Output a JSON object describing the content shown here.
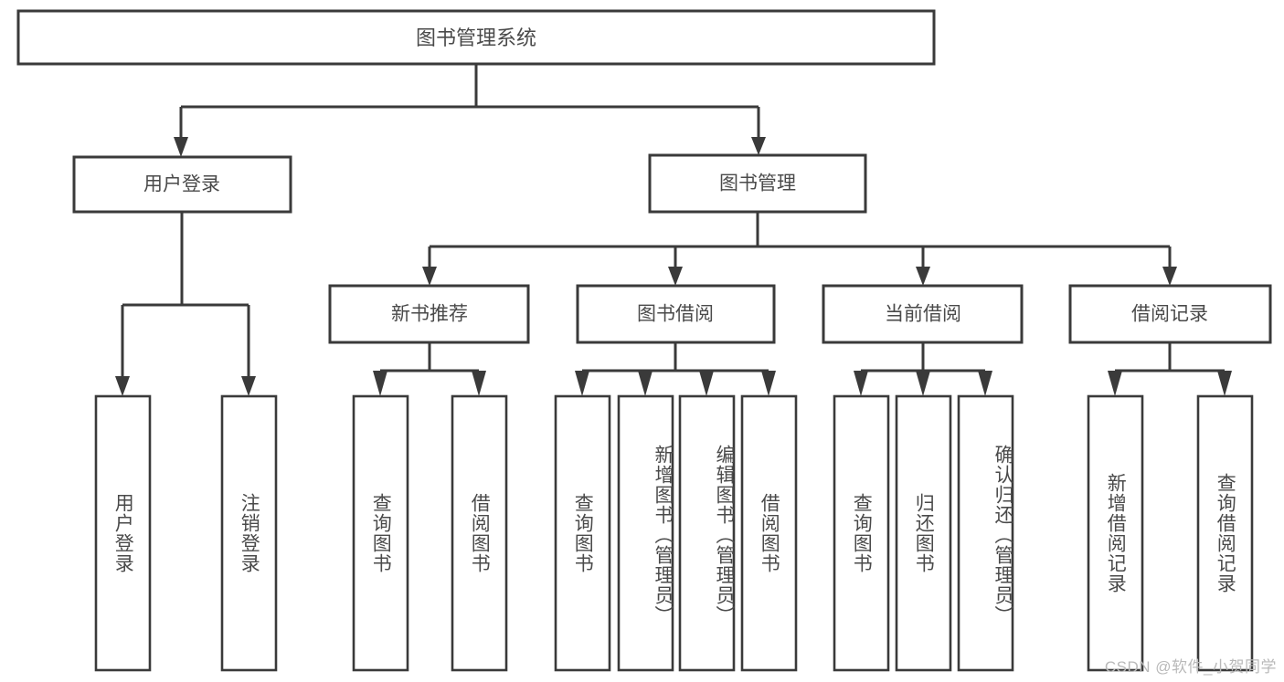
{
  "diagram": {
    "type": "tree-hierarchy",
    "title": "图书管理系统",
    "watermark": "CSDN @软件_小贺同学",
    "colors": {
      "box_stroke": "#3a3a3a",
      "box_fill": "#ffffff",
      "text": "#4a4a4a",
      "connector": "#3a3a3a",
      "background": "#ffffff",
      "watermark": "#b9b9b9"
    },
    "root": {
      "label": "图书管理系统"
    },
    "level2": [
      {
        "label": "用户登录"
      },
      {
        "label": "图书管理"
      }
    ],
    "level3": [
      {
        "label": "新书推荐"
      },
      {
        "label": "图书借阅"
      },
      {
        "label": "当前借阅"
      },
      {
        "label": "借阅记录"
      }
    ],
    "leaves": {
      "user_login": [
        {
          "label": "用户登录"
        },
        {
          "label": "注销登录"
        }
      ],
      "new_book_recommend": [
        {
          "label": "查询图书"
        },
        {
          "label": "借阅图书"
        }
      ],
      "book_borrow": [
        {
          "label": "查询图书"
        },
        {
          "label": "新增图书（管理员）"
        },
        {
          "label": "编辑图书（管理员）"
        },
        {
          "label": "借阅图书"
        }
      ],
      "current_borrow": [
        {
          "label": "查询图书"
        },
        {
          "label": "归还图书"
        },
        {
          "label": "确认归还（管理员）"
        }
      ],
      "borrow_record": [
        {
          "label": "新增借阅记录"
        },
        {
          "label": "查询借阅记录"
        }
      ]
    }
  }
}
